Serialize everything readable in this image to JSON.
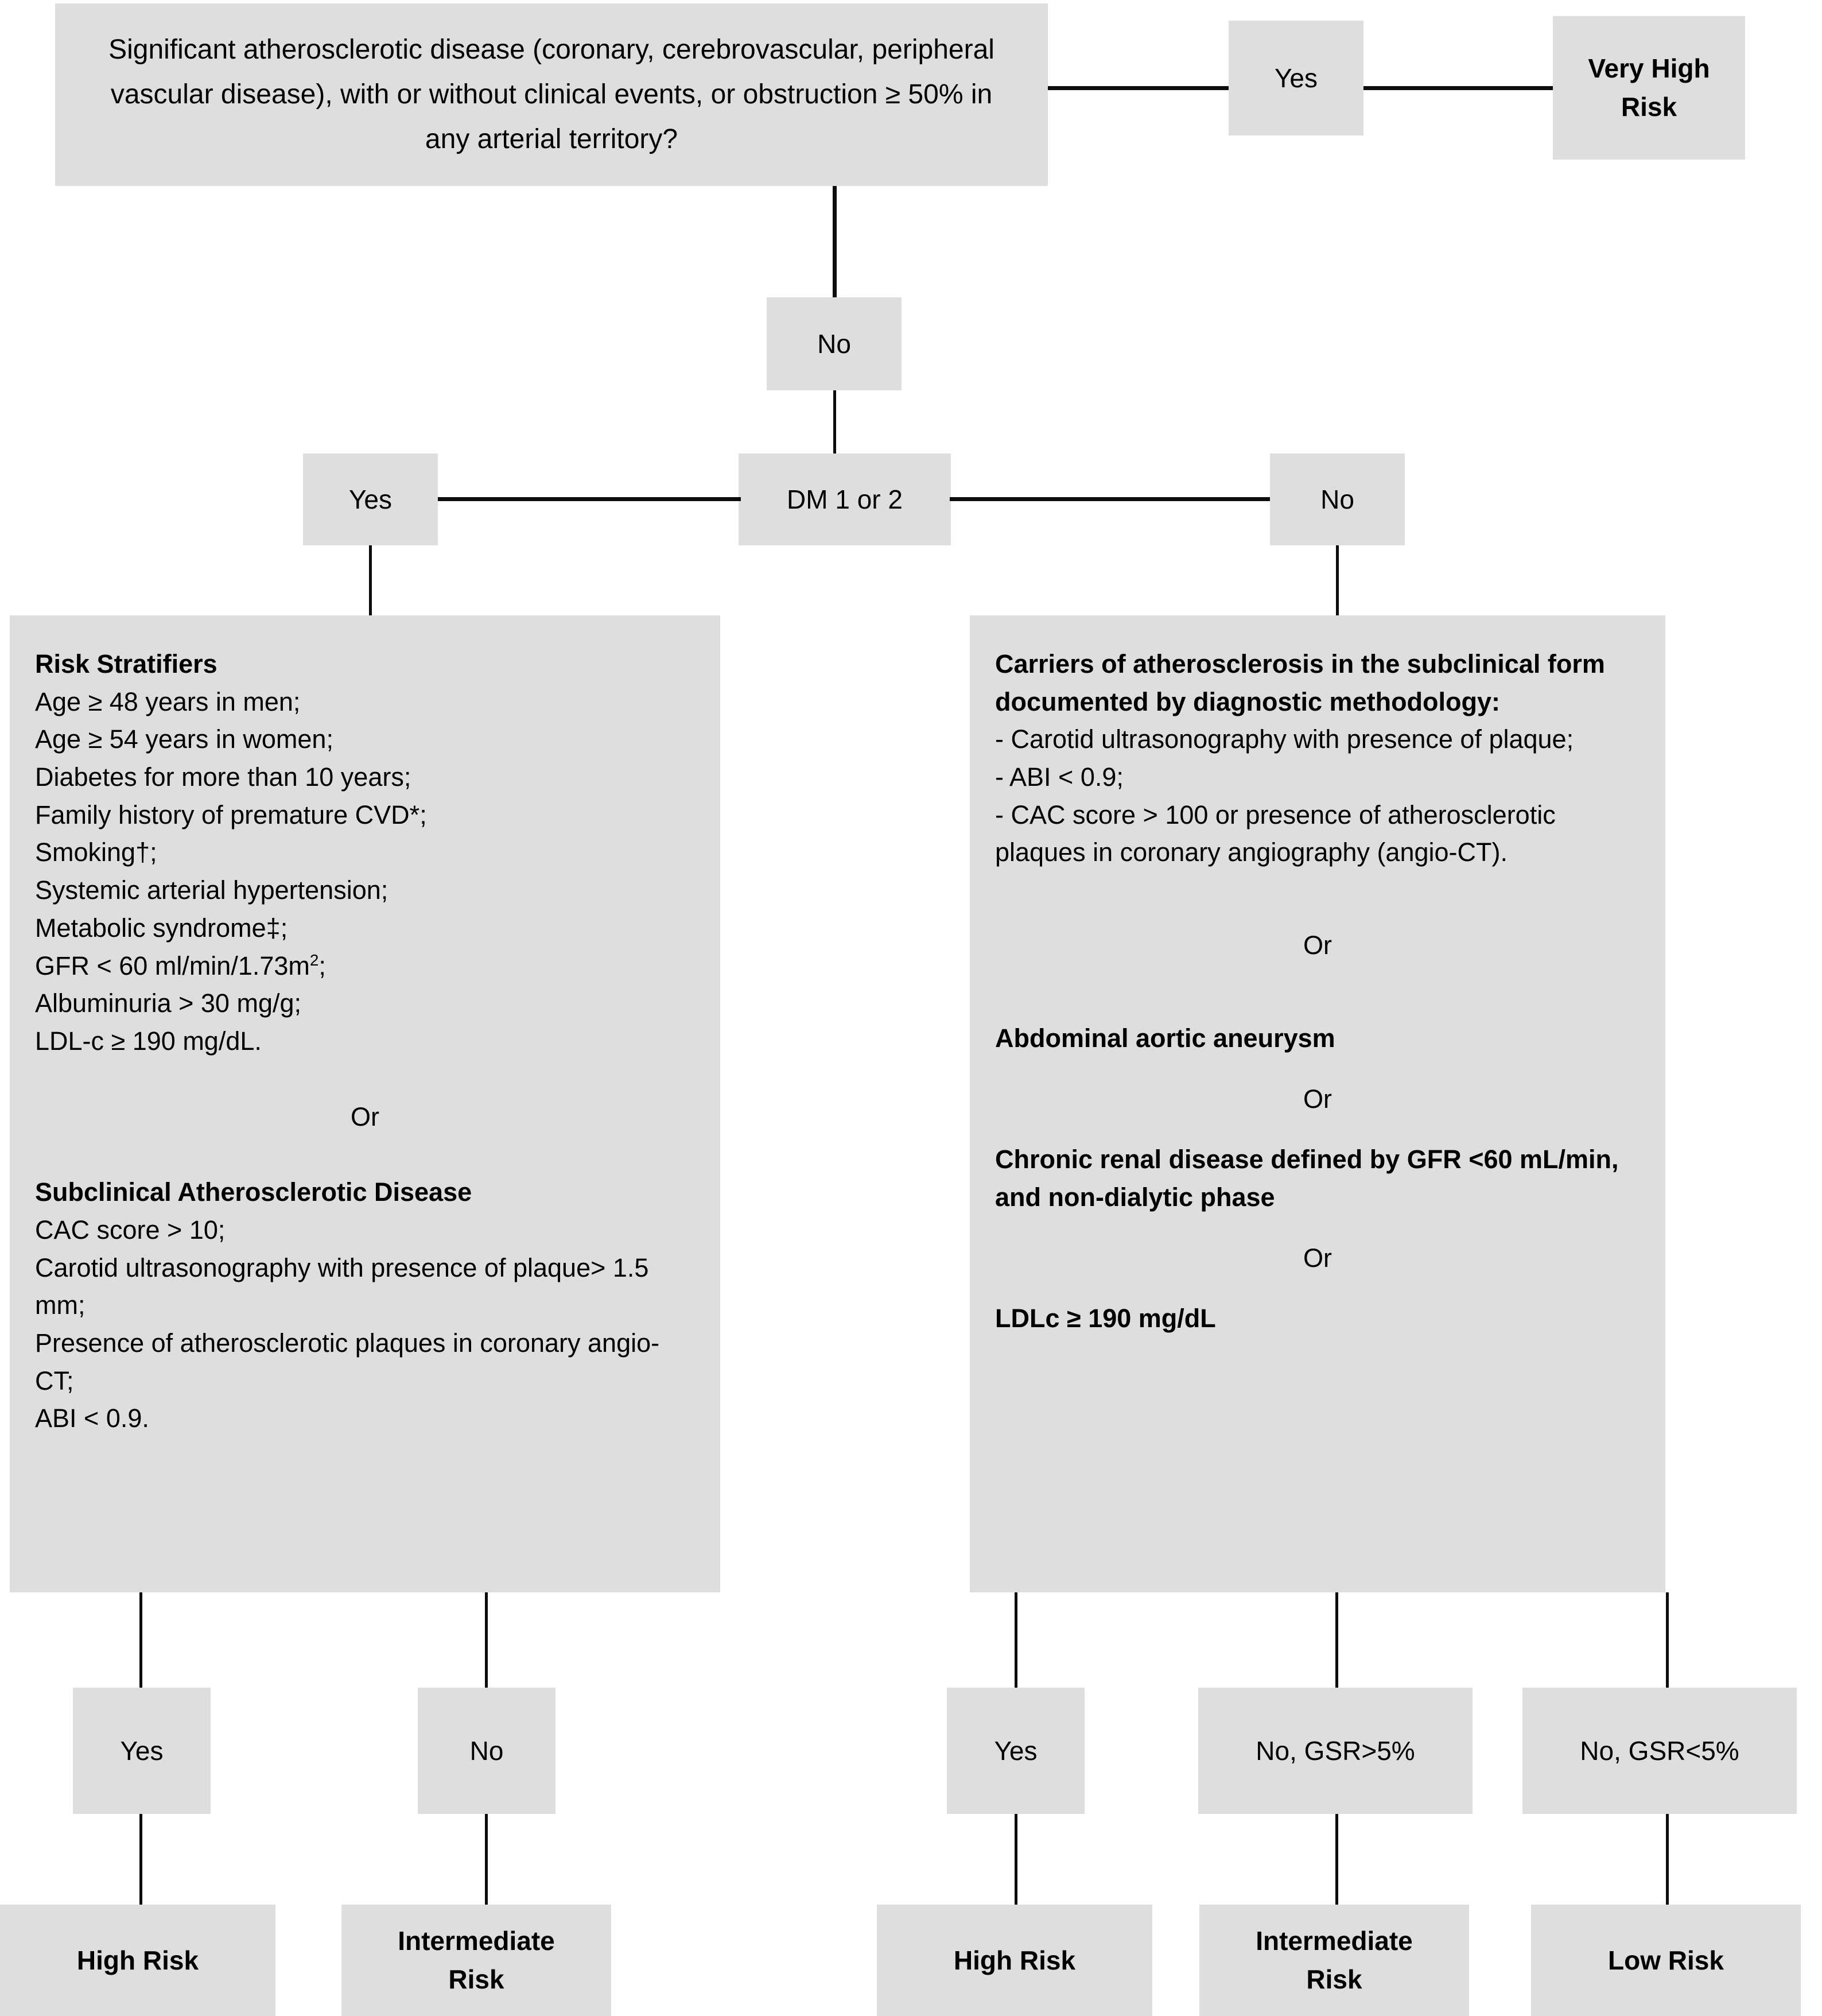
{
  "colors": {
    "box_fill": "#dedede",
    "line": "#0d0d0d",
    "text": "#000000",
    "background": "#ffffff"
  },
  "diagram": {
    "type": "flowchart",
    "title": "Cardiovascular risk stratification algorithm",
    "root_question": "Significant atherosclerotic disease (coronary, cerebrovascular, peripheral vascular disease), with or without clinical events, or obstruction ≥ 50% in any arterial territory?",
    "root_yes_label": "Yes",
    "root_yes_outcome": "Very High\nRisk",
    "root_no_label": "No",
    "dm_question": "DM 1 or 2",
    "dm_yes_label": "Yes",
    "dm_no_label": "No",
    "left_branch": {
      "heading_1": "Risk Stratifiers",
      "items_1": [
        "Age ≥ 48 years in men;",
        "Age ≥ 54 years in women;",
        "Diabetes for more than 10 years;",
        "Family history of premature CVD*;",
        "Smoking†;",
        "Systemic arterial hypertension;",
        "Metabolic syndrome‡;",
        "GFR < 60 ml/min/1.73m2;",
        "Albuminuria > 30 mg/g;",
        "LDL-c ≥ 190 mg/dL."
      ],
      "or_1": "Or",
      "heading_2": "Subclinical Atherosclerotic Disease",
      "items_2": [
        "CAC score > 10;",
        "Carotid ultrasonography with presence of plaque> 1.5 mm;",
        "Presence of atherosclerotic plaques in coronary angio-CT;",
        "ABI < 0.9."
      ],
      "answer_yes": "Yes",
      "answer_no": "No",
      "outcome_yes": "High Risk",
      "outcome_no": "Intermediate\nRisk"
    },
    "right_branch": {
      "heading_1": "Carriers of atherosclerosis in the subclinical form documented by diagnostic methodology:",
      "items_1": [
        "- Carotid ultrasonography with presence of plaque;",
        "- ABI < 0.9;",
        "- CAC score > 100 or presence of atherosclerotic plaques in coronary angiography (angio-CT)."
      ],
      "or_1": "Or",
      "heading_2": "Abdominal aortic aneurysm",
      "or_2": "Or",
      "heading_3": "Chronic renal disease defined by GFR <60 mL/min, and non-dialytic phase",
      "or_3": "Or",
      "heading_4": "LDLc ≥ 190 mg/dL",
      "answer_yes": "Yes",
      "answer_no_gsr_high": "No, GSR>5%",
      "answer_no_gsr_low": "No, GSR<5%",
      "outcome_yes": "High Risk",
      "outcome_no_gsr_high": "Intermediate\nRisk",
      "outcome_no_gsr_low": "Low Risk"
    }
  }
}
